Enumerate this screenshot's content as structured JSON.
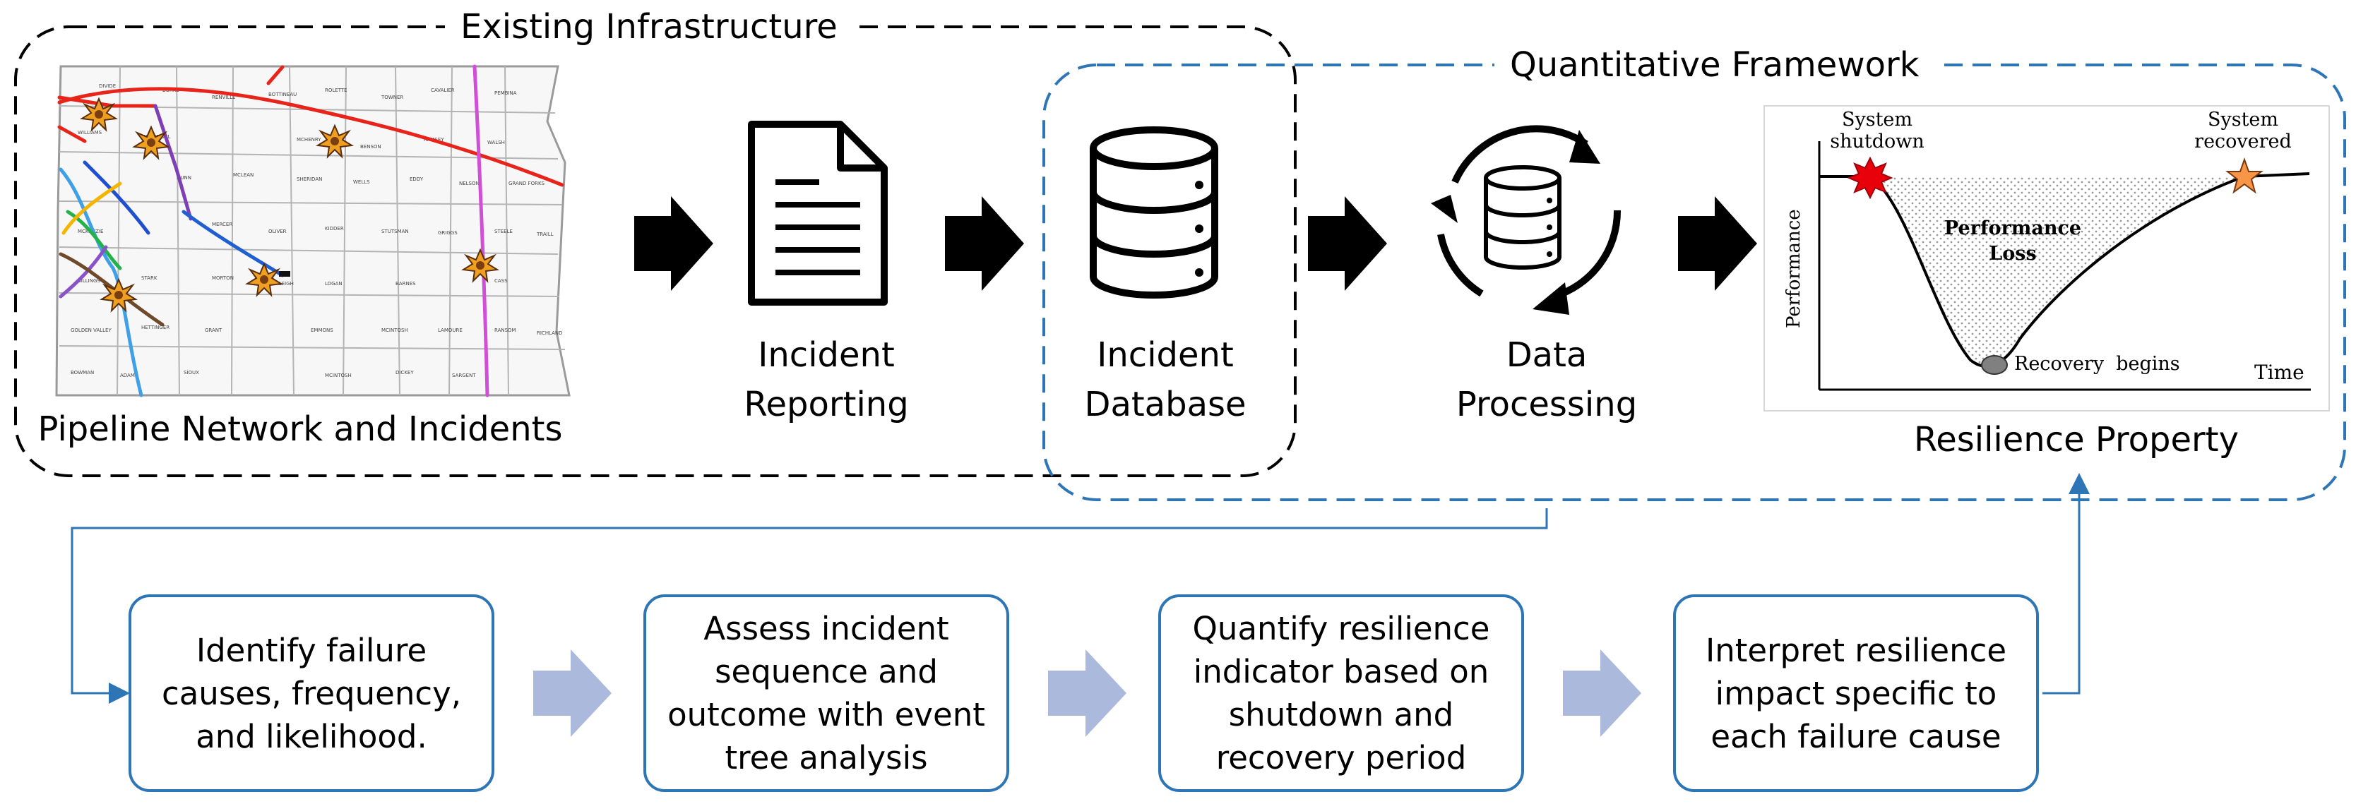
{
  "frames": {
    "existing": "Existing Infrastructure",
    "quantitative": "Quantitative Framework"
  },
  "stages": {
    "pipeline": "Pipeline Network and Incidents",
    "reporting": {
      "line1": "Incident",
      "line2": "Reporting"
    },
    "database": {
      "line1": "Incident",
      "line2": "Database"
    },
    "processing": {
      "line1": "Data",
      "line2": "Processing"
    },
    "resilience": "Resilience Property"
  },
  "resilience_plot": {
    "ylabel": "Performance",
    "xlabel": "Time",
    "shutdown": {
      "line1": "System",
      "line2": "shutdown"
    },
    "recovered": {
      "line1": "System",
      "line2": "recovered"
    },
    "loss": {
      "line1": "Performance",
      "line2": "Loss"
    },
    "recovery": "Recovery  begins"
  },
  "steps": [
    {
      "text": "Identify failure\ncauses, frequency,\nand likelihood."
    },
    {
      "text": "Assess incident\nsequence and\noutcome with event\ntree analysis"
    },
    {
      "text": "Quantify resilience\nindicator based on\nshutdown and\nrecovery period"
    },
    {
      "text": "Interpret resilience\nimpact specific to\neach failure cause"
    }
  ],
  "colors": {
    "frame_existing": "#000000",
    "frame_quantitative": "#2e75b6",
    "step_border": "#2e75b6",
    "step_arrow": "#aab9dc",
    "shutdown_marker": "#e8000b",
    "recovered_marker": "#f79646",
    "recovery_marker": "#808080"
  },
  "icons": {
    "pipeline": "pipeline-network-map",
    "reporting": "document-icon",
    "database": "database-icon",
    "processing": "refresh-database-icon",
    "incident": "explosion-icon"
  }
}
